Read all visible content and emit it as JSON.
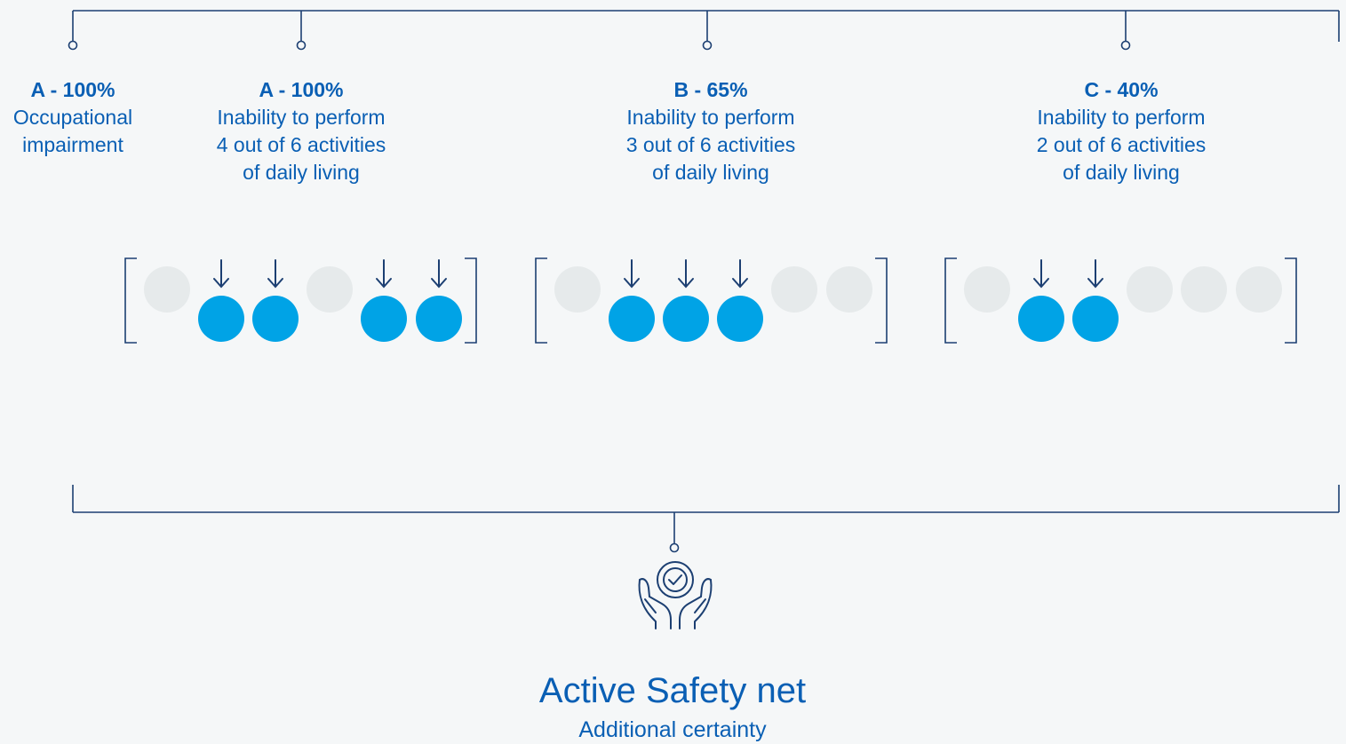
{
  "criteria": [
    {
      "head": "A - 100%",
      "lines": [
        "Occupational",
        "impairment"
      ],
      "activities": null
    },
    {
      "head": "A - 100%",
      "lines": [
        "Inability to perform",
        "4 out of 6 activities",
        "of daily living"
      ],
      "activities": [
        false,
        true,
        true,
        false,
        true,
        true
      ]
    },
    {
      "head": "B - 65%",
      "lines": [
        "Inability to perform",
        "3 out of 6 activities",
        "of daily living"
      ],
      "activities": [
        false,
        true,
        true,
        true,
        false,
        false
      ]
    },
    {
      "head": "C - 40%",
      "lines": [
        "Inability to perform",
        "2 out of 6 activities",
        "of daily living"
      ],
      "activities": [
        false,
        true,
        true,
        false,
        false,
        false
      ]
    }
  ],
  "footer": {
    "icon": "hands-holding-check-icon",
    "title": "Active Safety net",
    "subtitle": "Additional certainty"
  },
  "colors": {
    "line": "#1c3f72",
    "active": "#00a3e6",
    "inactive": "#e6eaeb",
    "arrow": "#1c3f72",
    "text": "#0a5fb4"
  }
}
